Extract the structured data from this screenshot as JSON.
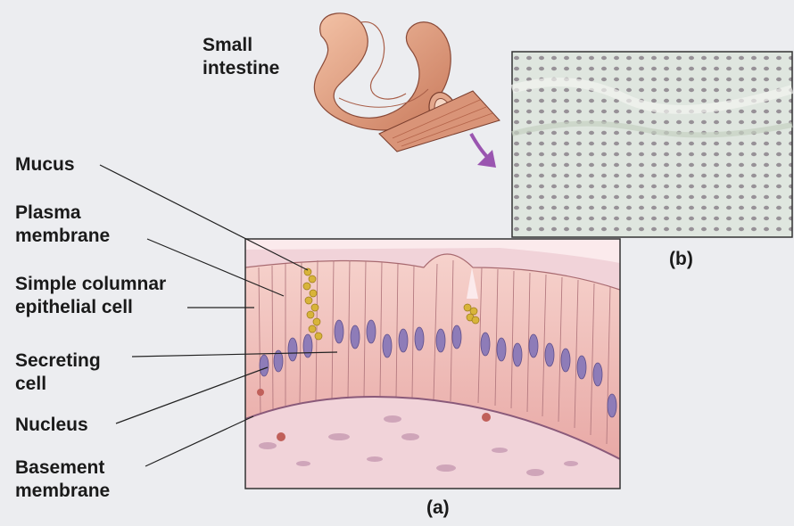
{
  "labels": {
    "small_intestine": "Small\nintestine",
    "mucus": "Mucus",
    "plasma_membrane": "Plasma\nmembrane",
    "simple_columnar": "Simple columnar\nepithelial cell",
    "secreting_cell": "Secreting\ncell",
    "nucleus": "Nucleus",
    "basement_membrane": "Basement\nmembrane"
  },
  "panels": {
    "a": "(a)",
    "b": "(b)"
  },
  "colors": {
    "background": "#ecedf0",
    "cell_fill": "#f2c4bc",
    "nucleus": "#8e7cb8",
    "mucus": "#d8b43a",
    "connective": "#f0d2d8",
    "intestine": "#e8a88a",
    "arrow": "#9a55b0"
  }
}
